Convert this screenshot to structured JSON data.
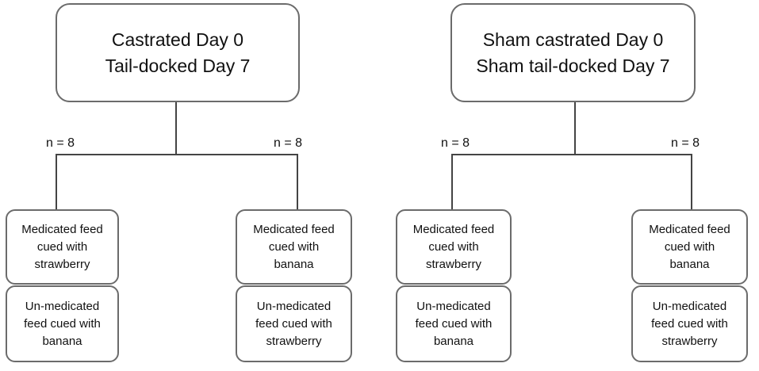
{
  "left": {
    "top": {
      "line1": "Castrated Day 0",
      "line2": "Tail-docked Day 7"
    },
    "n_left": "n = 8",
    "n_right": "n = 8",
    "arm_a": {
      "upper": [
        "Medicated feed",
        "cued with",
        "strawberry"
      ],
      "lower": [
        "Un-medicated",
        "feed cued with",
        "banana"
      ]
    },
    "arm_b": {
      "upper": [
        "Medicated feed",
        "cued with",
        "banana"
      ],
      "lower": [
        "Un-medicated",
        "feed cued with",
        "strawberry"
      ]
    }
  },
  "right": {
    "top": {
      "line1": "Sham castrated Day 0",
      "line2": "Sham tail-docked Day 7"
    },
    "n_left": "n = 8",
    "n_right": "n = 8",
    "arm_a": {
      "upper": [
        "Medicated feed",
        "cued with",
        "strawberry"
      ],
      "lower": [
        "Un-medicated",
        "feed cued with",
        "banana"
      ]
    },
    "arm_b": {
      "upper": [
        "Medicated feed",
        "cued with",
        "banana"
      ],
      "lower": [
        "Un-medicated",
        "feed cued with",
        "strawberry"
      ]
    }
  }
}
